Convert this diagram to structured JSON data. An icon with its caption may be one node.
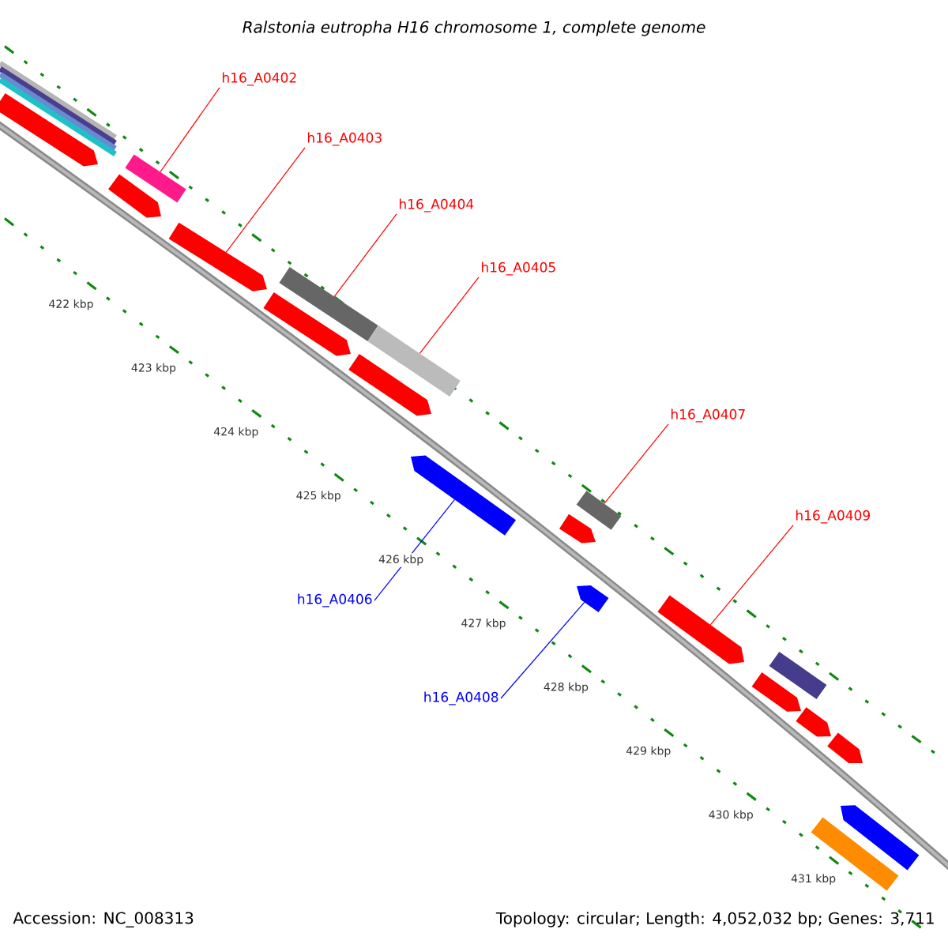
{
  "diagram": {
    "title": "Ralstonia eutropha H16 chromosome 1, complete genome",
    "nodes": [
      {
        "text": [
          "h16_A0402"
        ]
      },
      {
        "text": [
          "h16_A0403"
        ]
      },
      {
        "text": [
          "h16_A0404"
        ]
      },
      {
        "text": [
          "h16_A0405"
        ]
      },
      {
        "text": [
          "h16_A0407"
        ]
      },
      {
        "text": [
          "h16_A0409"
        ]
      },
      {
        "text": [
          "h16_A0406"
        ]
      },
      {
        "text": [
          "h16_A0408"
        ]
      },
      {
        "text": [],
        "shape": "bar"
      },
      {
        "text": [],
        "shape": "bar"
      },
      {
        "text": [],
        "shape": "bar"
      },
      {
        "text": [],
        "shape": "bar"
      },
      {
        "text": [],
        "shape": "bar"
      },
      {
        "text": [],
        "shape": "bar"
      },
      {
        "text": [],
        "shape": "bar"
      },
      {
        "text": [],
        "shape": "bar"
      },
      {
        "text": [],
        "shape": "bar"
      },
      {
        "text": [],
        "shape": "bar"
      },
      {
        "text": [],
        "shape": "bar"
      },
      {
        "text": [],
        "shape": "bar"
      },
      {
        "text": [],
        "shape": "bar"
      },
      {
        "text": [],
        "shape": "bar"
      },
      {
        "text": [],
        "shape": "bar"
      },
      {
        "text": [],
        "shape": "bar"
      },
      {
        "text": [],
        "shape": "bar"
      },
      {
        "text": [],
        "shape": "bar"
      },
      {
        "text": [],
        "shape": "bar"
      },
      {
        "text": [],
        "shape": "bar"
      },
      {
        "text": [],
        "shape": "bar"
      },
      {
        "text": [],
        "shape": "bar"
      },
      {
        "text": [],
        "shape": "bar"
      }
    ],
    "edges": [
      {
        "from": 0,
        "to": 14,
        "arrow": "none"
      },
      {
        "from": 1,
        "to": 15,
        "arrow": "none"
      },
      {
        "from": 2,
        "to": 17,
        "arrow": "none"
      },
      {
        "from": 3,
        "to": 19,
        "arrow": "none"
      },
      {
        "from": 4,
        "to": 23,
        "arrow": "none"
      },
      {
        "from": 5,
        "to": 24,
        "arrow": "none"
      },
      {
        "from": 6,
        "to": 20,
        "arrow": "none",
        "color": "#0000ff"
      },
      {
        "from": 7,
        "to": 22,
        "arrow": "none",
        "color": "#0000ff"
      }
    ],
    "labels": [
      "422 kbp",
      "423 kbp",
      "424 kbp",
      "425 kbp",
      "426 kbp",
      "427 kbp",
      "428 kbp",
      "429 kbp",
      "430 kbp",
      "431 kbp",
      "Accession: NC_008313",
      "Topology: circular; Length: 4,052,032 bp; Genes: 3,711"
    ]
  }
}
